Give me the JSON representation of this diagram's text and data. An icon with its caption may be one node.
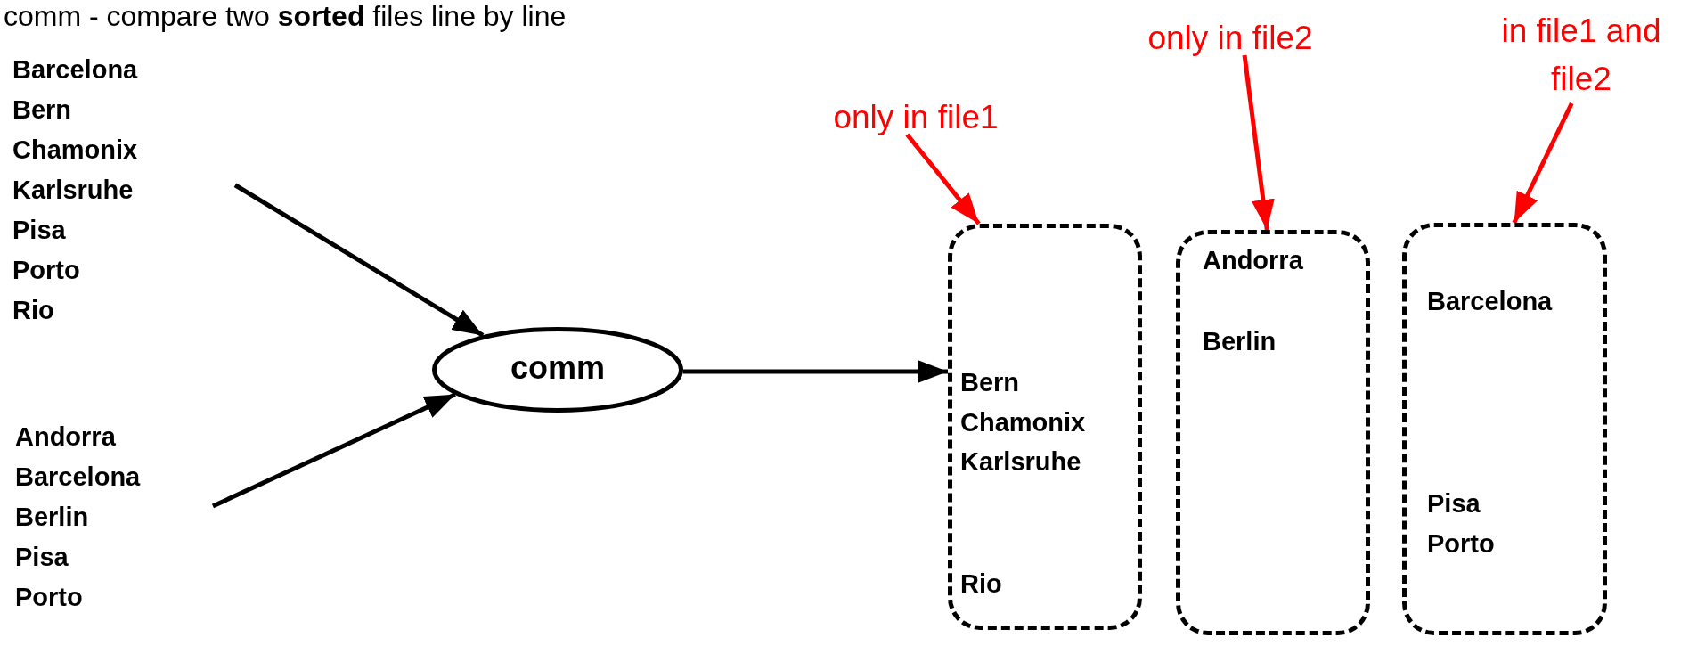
{
  "diagram": {
    "title": "comm - compare two **sorted** files line by line",
    "nodes": [
      {
        "text": [
          "Barcelona",
          "Bern",
          "Chamonix",
          "Karlsruhe",
          "Pisa",
          "Porto",
          "Rio"
        ]
      },
      {
        "text": [
          "Andorra",
          "Barcelona",
          "Berlin",
          "Pisa",
          "Porto"
        ]
      },
      {
        "text": [
          "comm"
        ]
      },
      {
        "text": [
          "Bern",
          "Chamonix",
          "Karlsruhe",
          "Rio"
        ]
      },
      {
        "text": [
          "Andorra",
          "Berlin"
        ]
      },
      {
        "text": [
          "Barcelona",
          "Pisa",
          "Porto"
        ]
      },
      {
        "text": [
          "only in file1"
        ]
      },
      {
        "text": [
          "only in file2"
        ]
      },
      {
        "text": [
          "in file1 and file2"
        ]
      }
    ],
    "edges": [
      {
        "from": 0,
        "to": 2,
        "arrow": "to"
      },
      {
        "from": 1,
        "to": 2,
        "arrow": "to"
      },
      {
        "from": 2,
        "to": 3,
        "arrow": "to"
      },
      {
        "from": 6,
        "to": 3,
        "arrow": "to",
        "color": "#ff0000"
      },
      {
        "from": 7,
        "to": 4,
        "arrow": "to",
        "color": "#ff0000"
      },
      {
        "from": 8,
        "to": 5,
        "arrow": "to",
        "color": "#ff0000"
      }
    ]
  }
}
